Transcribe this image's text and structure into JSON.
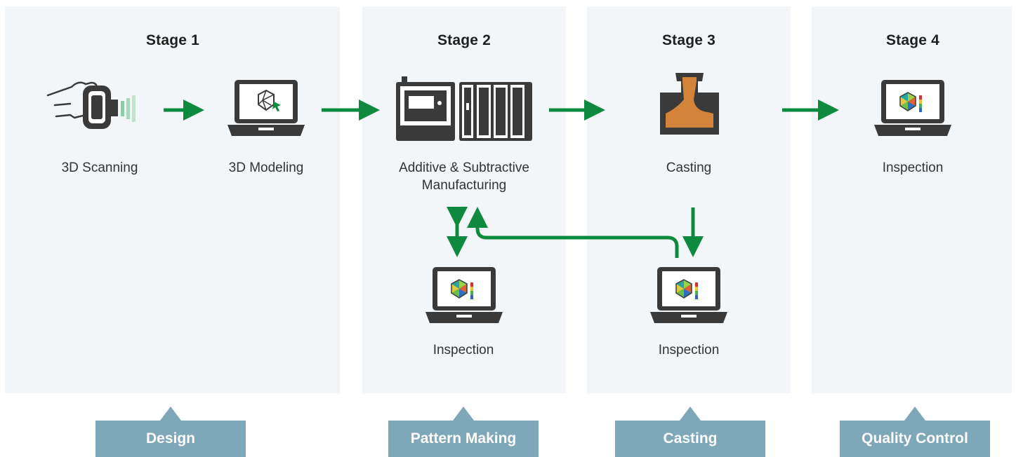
{
  "stages": [
    {
      "title": "Stage 1"
    },
    {
      "title": "Stage 2"
    },
    {
      "title": "Stage 3"
    },
    {
      "title": "Stage 4"
    }
  ],
  "nodes": {
    "scanning": "3D Scanning",
    "modeling": "3D Modeling",
    "manufacturing": "Additive & Subtractive Manufacturing",
    "casting": "Casting",
    "inspection_final": "Inspection",
    "inspection_pattern": "Inspection",
    "inspection_casting": "Inspection"
  },
  "phases": [
    "Design",
    "Pattern Making",
    "Casting",
    "Quality Control"
  ],
  "colors": {
    "panel": "#f2f6f9",
    "arrow": "#0e8a3e",
    "phase": "#7ea7b9",
    "icon": "#3a3a3a",
    "molten_metal": "#d4833a"
  }
}
